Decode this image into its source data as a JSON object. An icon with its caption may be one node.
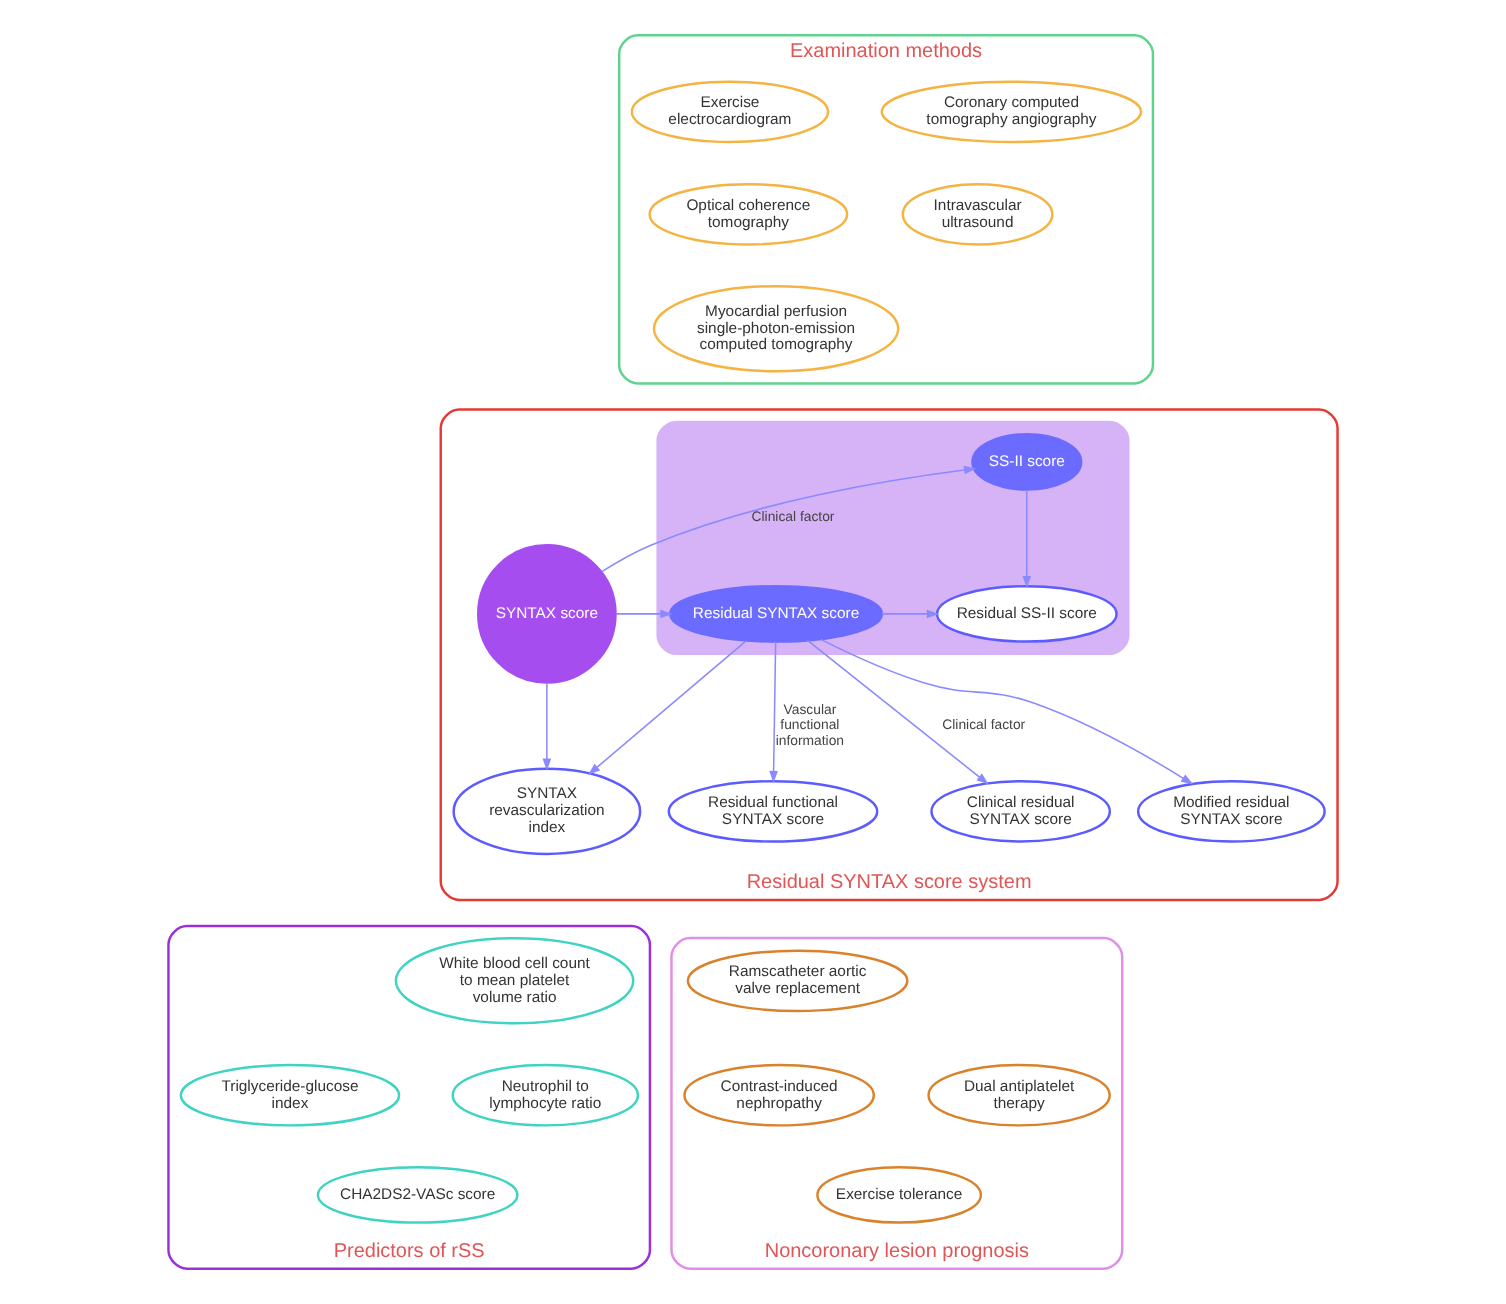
{
  "diagram": {
    "nodes": [
      {
        "text": [
          "Examination methods"
        ]
      },
      {
        "text": [
          "Exercise electrocardiogram"
        ],
        "in": 0
      },
      {
        "text": [
          "Coronary computed tomography angiography"
        ],
        "in": 0
      },
      {
        "text": [
          "Optical coherence tomography"
        ],
        "in": 0
      },
      {
        "text": [
          "Intravascular ultrasound"
        ],
        "in": 0
      },
      {
        "text": [
          "Myocardial perfusion single-photon-emission computed tomography"
        ],
        "in": 0
      },
      {
        "text": [
          "Residual SYNTAX score system"
        ]
      },
      {
        "text": [],
        "shape": "ellipse",
        "in": 6
      },
      {
        "text": [
          "SS-II score"
        ],
        "in": 7
      },
      {
        "text": [
          "Residual SS-II score"
        ],
        "in": 7
      },
      {
        "text": [
          "SYNTAX score"
        ],
        "in": 6
      },
      {
        "text": [
          "Residual SYNTAX score"
        ],
        "in": 7
      },
      {
        "text": [
          "Clinical residual SYNTAX score"
        ],
        "in": 6
      },
      {
        "text": [
          "SYNTAX revascularization index"
        ],
        "in": 6
      },
      {
        "text": [
          "Residual functional SYNTAX score"
        ],
        "in": 6
      },
      {
        "text": [
          "Modified residual SYNTAX score"
        ],
        "in": 6
      },
      {
        "text": [
          "Predictors of rSS"
        ]
      },
      {
        "text": [
          "White blood cell count to mean platelet volume ratio"
        ],
        "in": 16
      },
      {
        "text": [
          "Triglyceride-glucose index"
        ],
        "in": 16
      },
      {
        "text": [
          "Neutrophil to lymphocyte ratio"
        ],
        "in": 16
      },
      {
        "text": [
          "CHA2DS2-VASc score"
        ],
        "in": 16
      },
      {
        "text": [
          "Noncoronary lesion prognosis"
        ]
      },
      {
        "text": [
          "Ramscatheter aortic valve replacement"
        ],
        "in": 21
      },
      {
        "text": [
          "Contrast-induced nephropathy"
        ],
        "in": 21
      },
      {
        "text": [
          "Dual antiplatelet therapy"
        ],
        "in": 21
      },
      {
        "text": [
          "Exercise tolerance"
        ],
        "in": 21
      }
    ],
    "edges": [
      {
        "from": 10,
        "to": 8,
        "arrow": "to",
        "label": "Clinical factor"
      },
      {
        "from": 10,
        "to": 11,
        "arrow": "to"
      },
      {
        "from": 10,
        "to": 13,
        "arrow": "to"
      },
      {
        "from": 8,
        "to": 9,
        "arrow": "to"
      },
      {
        "from": 11,
        "to": 9,
        "arrow": "to"
      },
      {
        "from": 11,
        "to": 13,
        "arrow": "to"
      },
      {
        "from": 11,
        "to": 15,
        "arrow": "to"
      },
      {
        "from": 11,
        "to": 14,
        "arrow": "to",
        "label": "Vascular functional information"
      },
      {
        "from": 11,
        "to": 12,
        "arrow": "to",
        "label": "Clinical factor"
      }
    ]
  }
}
